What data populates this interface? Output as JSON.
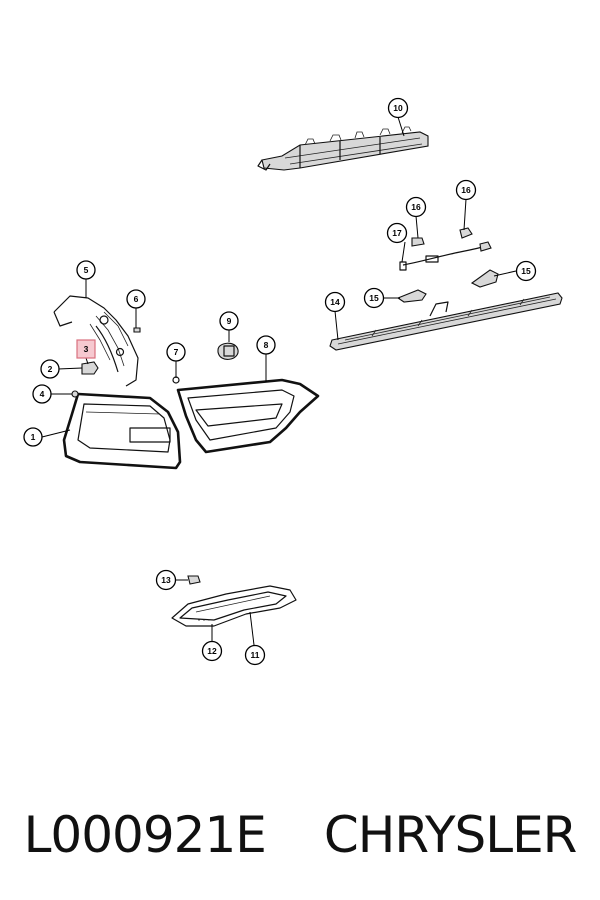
{
  "diagram": {
    "callouts": [
      "1",
      "2",
      "3",
      "4",
      "5",
      "6",
      "7",
      "8",
      "9",
      "10",
      "11",
      "12",
      "13",
      "14",
      "15",
      "15",
      "16",
      "16",
      "17"
    ]
  },
  "footer": {
    "part_code": "L000921E",
    "brand": "CHRYSLER"
  },
  "colors": {
    "highlight_fill": "#f6c9d0",
    "highlight_stroke": "#d9707e"
  }
}
